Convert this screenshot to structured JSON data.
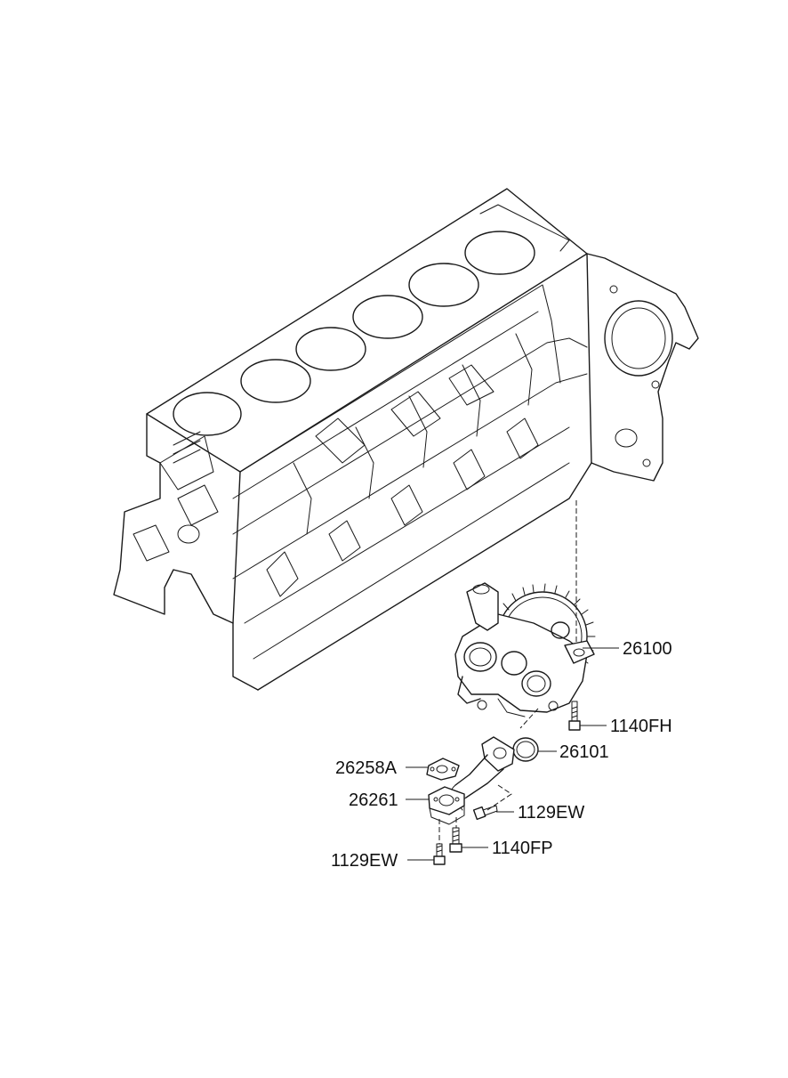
{
  "labels": {
    "oil_pump": "26100",
    "bolt_oil_pump": "1140FH",
    "o_ring": "26101",
    "gasket": "26258A",
    "strainer_flange": "26261",
    "bolt_pipe_upper": "1129EW",
    "bolt_strainer": "1140FP",
    "bolt_strainer_lower": "1129EW"
  },
  "colors": {
    "line": "#1a1a1a",
    "background": "#ffffff"
  }
}
